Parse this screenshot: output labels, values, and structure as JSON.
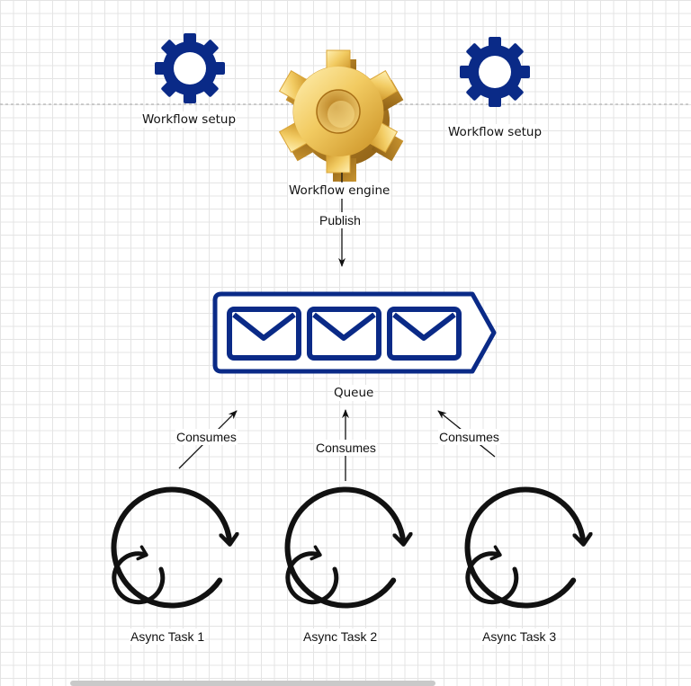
{
  "diagram": {
    "nodes": {
      "workflow_setup_left": {
        "label": "Workflow setup"
      },
      "workflow_engine": {
        "label": "Workflow engine"
      },
      "workflow_setup_right": {
        "label": "Workflow setup"
      },
      "queue": {
        "label": "Queue"
      },
      "async_task_1": {
        "label": "Async Task 1"
      },
      "async_task_2": {
        "label": "Async Task 2"
      },
      "async_task_3": {
        "label": "Async Task 3"
      }
    },
    "edges": {
      "publish": {
        "from": "Workflow engine",
        "to": "Queue",
        "label": "Publish"
      },
      "consumes_1": {
        "from": "Async Task 1",
        "to": "Queue",
        "label": "Consumes"
      },
      "consumes_2": {
        "from": "Async Task 2",
        "to": "Queue",
        "label": "Consumes"
      },
      "consumes_3": {
        "from": "Async Task 3",
        "to": "Queue",
        "label": "Consumes"
      }
    }
  },
  "colors": {
    "navy": "#0a2a87",
    "gold": "#e6b845",
    "black": "#111111"
  },
  "icons": {
    "setup": "gear-icon",
    "engine": "3d-gear-icon",
    "queue": "message-queue-icon",
    "task": "circular-arrow-icon"
  }
}
